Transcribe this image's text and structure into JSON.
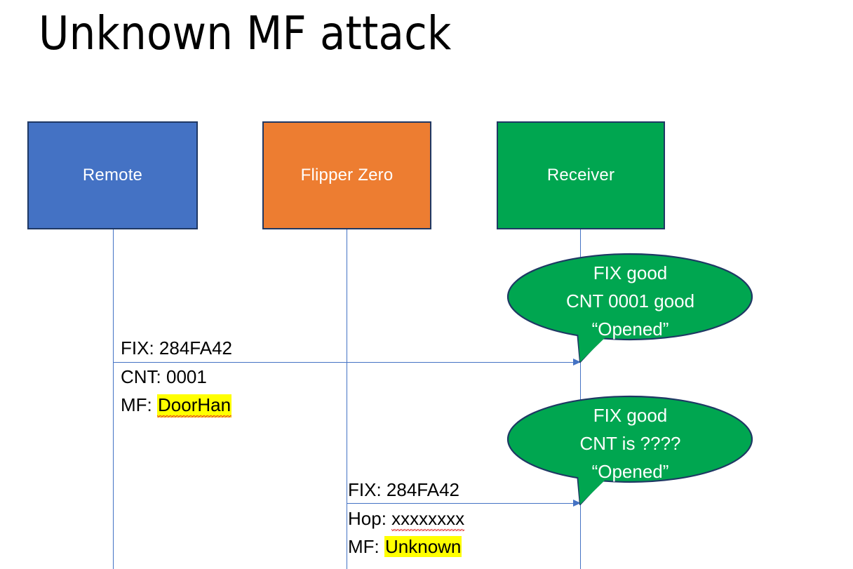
{
  "slide": {
    "title": "Unknown MF attack",
    "background": "#FFFFFF"
  },
  "colors": {
    "remote_fill": "#4472C4",
    "flipper_fill": "#ED7D31",
    "receiver_fill": "#00A650",
    "box_border": "#1F3864",
    "lifeline": "#4472C4",
    "arrow": "#4472C4",
    "callout_fill": "#00A650",
    "callout_border": "#1F3864",
    "highlight": "#FFFF00",
    "spellcheck_underline": "#E03030",
    "text": "#000000",
    "box_text": "#FFFFFF"
  },
  "actors": [
    {
      "id": "remote",
      "label": "Remote"
    },
    {
      "id": "flipper",
      "label": "Flipper Zero"
    },
    {
      "id": "receiver",
      "label": "Receiver"
    }
  ],
  "messages": [
    {
      "id": "msg-1",
      "from": "remote",
      "to": "receiver",
      "line_above": "FIX: 284FA42",
      "lines_below": {
        "line_1": "CNT: 0001",
        "line_2_prefix": "MF: ",
        "line_2_value": "DoorHan"
      }
    },
    {
      "id": "msg-2",
      "from": "flipper",
      "to": "receiver",
      "line_above": "FIX: 284FA42",
      "lines_below": {
        "line_1_prefix": "Hop: ",
        "line_1_value": "xxxxxxxx",
        "line_2_prefix": "MF: ",
        "line_2_value": "Unknown"
      }
    }
  ],
  "callouts": [
    {
      "id": "callout-1",
      "points_to": "receiver",
      "line_1": "FIX good",
      "line_2": "CNT 0001 good",
      "line_3": "“Opened”"
    },
    {
      "id": "callout-2",
      "points_to": "receiver",
      "line_1": "FIX good",
      "line_2": "CNT is ????",
      "line_3": "“Opened”"
    }
  ]
}
